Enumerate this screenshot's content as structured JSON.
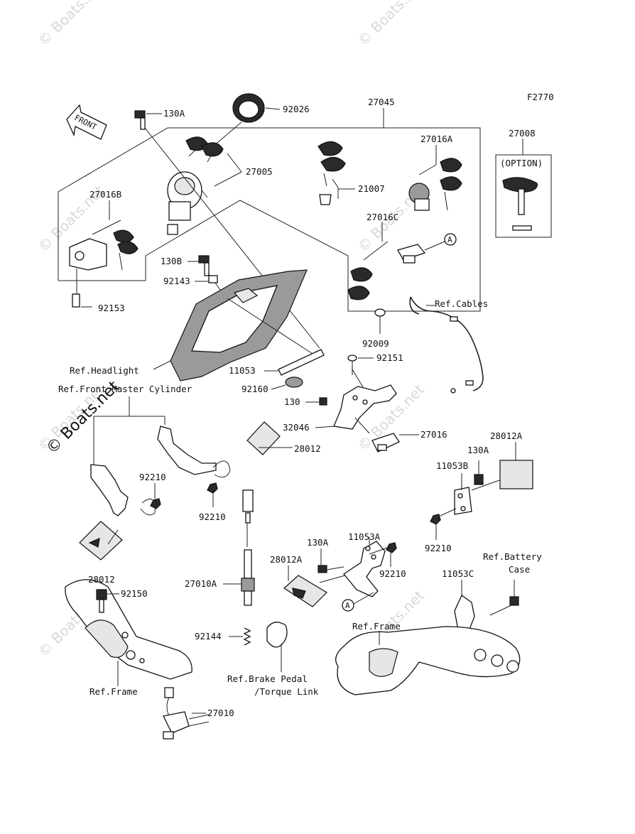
{
  "figure_code": "F2770",
  "front_label": "FRONT",
  "watermarks": [
    "© Boats.net",
    "© Boats.net",
    "© Boats.net",
    "© Boats.net",
    "© Boats.net",
    "© Boats.net",
    "© Boats.net",
    "© Boats.net"
  ],
  "main_watermark": "© Boats.net",
  "option_label": "(OPTION)",
  "callouts": {
    "c130A_top": "130A",
    "c92026": "92026",
    "c27045": "27045",
    "c27005": "27005",
    "c27016A": "27016A",
    "c27008": "27008",
    "c21007": "21007",
    "c27016B": "27016B",
    "c27016C": "27016C",
    "c130B": "130B",
    "c92143": "92143",
    "c92153": "92153",
    "c92009": "92009",
    "c92151": "92151",
    "c11053": "11053",
    "c92160": "92160",
    "c130": "130",
    "c32046": "32046",
    "c27016": "27016",
    "c28012A_r": "28012A",
    "c130A_r": "130A",
    "c11053B": "11053B",
    "c92210_r": "92210",
    "c28012": "28012",
    "c92210_a": "92210",
    "c92210_b": "92210",
    "c11053A": "11053A",
    "c130A_m": "130A",
    "c28012A_m": "28012A",
    "c92210_m": "92210",
    "c11053C": "11053C",
    "c28012_l": "28012",
    "c92150": "92150",
    "c27010A": "27010A",
    "c92144": "92144",
    "c27010": "27010",
    "circleA_1": "A",
    "circleA_2": "A"
  },
  "refs": {
    "cables": "Ref.Cables",
    "headlight": "Ref.Headlight",
    "front_master": "Ref.Front Master Cylinder",
    "battery_1": "Ref.Battery",
    "battery_2": "Case",
    "frame_r": "Ref.Frame",
    "frame_l": "Ref.Frame",
    "brake_1": "Ref.Brake Pedal",
    "brake_2": "/Torque Link"
  }
}
